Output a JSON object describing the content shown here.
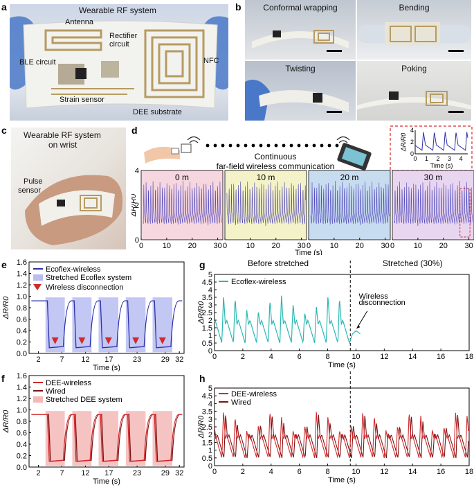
{
  "panel_labels": {
    "a": "a",
    "b": "b",
    "c": "c",
    "d": "d",
    "e": "e",
    "f": "f",
    "g": "g",
    "h": "h"
  },
  "panel_a": {
    "title": "Wearable RF system",
    "labels": {
      "antenna": "Antenna",
      "rectifier": "Rectifier\ncircuit",
      "ble": "BLE circuit",
      "nfc": "NFC",
      "strain": "Strain sensor",
      "dee": "DEE substrate"
    }
  },
  "panel_b": {
    "tiles": [
      "Conformal wrapping",
      "Bending",
      "Twisting",
      "Poking"
    ]
  },
  "panel_c": {
    "title_line1": "Wearable RF system",
    "title_line2": "on wrist",
    "pulse_line1": "Pulse",
    "pulse_line2": "sensor"
  },
  "panel_d": {
    "comm_line1": "Continuous",
    "comm_line2": "far-field wireless communication",
    "segments": [
      "0 m",
      "10 m",
      "20 m",
      "30 m"
    ],
    "ylabel": "ΔR/R0",
    "xlabel": "Time (s)",
    "inset_xlabel": "Time (s)",
    "inset_ylabel": "ΔR/R0"
  },
  "panel_e": {
    "legend": [
      "Ecoflex-wireless",
      "Stretched Ecoflex system",
      "Wireless disconnection"
    ],
    "ylabel": "ΔR/R0",
    "xlabel": "Time (s)"
  },
  "panel_f": {
    "legend": [
      "DEE-wireless",
      "Wired",
      "Stretched DEE system"
    ],
    "ylabel": "ΔR/R0",
    "xlabel": "Time (s)"
  },
  "panel_g": {
    "header_left": "Before stretched",
    "header_right": "Stretched (30%)",
    "legend": "Ecoflex-wireless",
    "annot_line1": "Wireless",
    "annot_line2": "disconnection",
    "ylabel": "ΔR/R0",
    "xlabel": "Time (s)"
  },
  "panel_h": {
    "legend": [
      "DEE-wireless",
      "Wired"
    ],
    "ylabel": "ΔR/R0",
    "xlabel": "Time (s)"
  },
  "colors": {
    "blue": "#2b2fa8",
    "teal": "#2ab8b3",
    "red": "#d4282a",
    "darkred": "#7a1414",
    "shade_blue": "#b9bdf2",
    "shade_red": "#f5b8b8",
    "d_bg": [
      "#f6d6df",
      "#f4f2c8",
      "#c8dcf0",
      "#e8d6f0"
    ],
    "d_line": "#4d46b8"
  },
  "chart_data": [
    {
      "type": "line",
      "id": "d",
      "x_ticks": [
        0,
        10,
        20,
        30
      ],
      "y_ticks": [
        0,
        2,
        4
      ],
      "ylim": [
        0,
        4
      ],
      "xlim": [
        0,
        32
      ],
      "segments": [
        "0 m",
        "10 m",
        "20 m",
        "30 m"
      ],
      "signal": {
        "base": 1.3,
        "peak": 3.3,
        "period_s": 0.95
      }
    },
    {
      "type": "line",
      "id": "d-inset",
      "x_ticks": [
        0,
        1,
        2,
        3,
        4
      ],
      "y_ticks": [
        0,
        2,
        4
      ],
      "ylim": [
        0,
        4
      ],
      "xlim": [
        0,
        4.6
      ]
    },
    {
      "type": "line",
      "id": "e",
      "x_ticks": [
        2,
        7,
        12,
        17,
        23,
        29,
        32
      ],
      "y_ticks": [
        0.0,
        0.2,
        0.4,
        0.6,
        0.8,
        1.0,
        1.2,
        1.4,
        1.6
      ],
      "ylim": [
        0,
        1.6
      ],
      "xlim": [
        0,
        33
      ],
      "stretch_intervals": [
        [
          3.5,
          7.6
        ],
        [
          9.2,
          13.3
        ],
        [
          14.8,
          19.0
        ],
        [
          20.6,
          24.8
        ],
        [
          26.3,
          30.5
        ]
      ],
      "high": 0.92,
      "low": 0.08
    },
    {
      "type": "line",
      "id": "f",
      "x_ticks": [
        2,
        7,
        12,
        17,
        23,
        29,
        32
      ],
      "y_ticks": [
        0.0,
        0.2,
        0.4,
        0.6,
        0.8,
        1.0,
        1.2,
        1.4,
        1.6
      ],
      "ylim": [
        0,
        1.6
      ],
      "xlim": [
        0,
        33
      ],
      "stretch_intervals": [
        [
          3.5,
          7.6
        ],
        [
          9.2,
          13.3
        ],
        [
          14.8,
          19.0
        ],
        [
          20.6,
          24.8
        ],
        [
          26.3,
          30.5
        ]
      ],
      "high": 0.92,
      "low": 0.08
    },
    {
      "type": "line",
      "id": "g",
      "x_ticks": [
        0,
        2,
        4,
        6,
        8,
        10,
        12,
        14,
        16,
        18
      ],
      "y_ticks": [
        0,
        0.5,
        1,
        1.5,
        2,
        2.5,
        3,
        3.5,
        4,
        4.5,
        5
      ],
      "ylim": [
        0,
        5
      ],
      "xlim": [
        0,
        18
      ],
      "stretch_at": 9.6
    },
    {
      "type": "line",
      "id": "h",
      "x_ticks": [
        0,
        2,
        4,
        6,
        8,
        10,
        12,
        14,
        16,
        18
      ],
      "y_ticks": [
        0,
        0.5,
        1,
        1.5,
        2,
        2.5,
        3,
        3.5,
        4,
        4.5,
        5
      ],
      "ylim": [
        0,
        5
      ],
      "xlim": [
        0,
        18
      ],
      "stretch_at": 9.6
    }
  ]
}
